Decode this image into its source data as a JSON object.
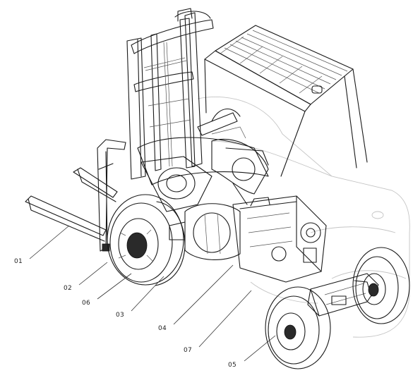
{
  "callouts": [
    {
      "id": "01",
      "text": "01"
    },
    {
      "id": "02",
      "text": "02"
    },
    {
      "id": "06",
      "text": "06"
    },
    {
      "id": "03",
      "text": "03"
    },
    {
      "id": "04",
      "text": "04"
    },
    {
      "id": "07",
      "text": "07"
    },
    {
      "id": "05",
      "text": "05"
    }
  ],
  "colors": {
    "line": "#1a1a1a",
    "ghost": "#c4c4c4",
    "background": "#ffffff"
  }
}
